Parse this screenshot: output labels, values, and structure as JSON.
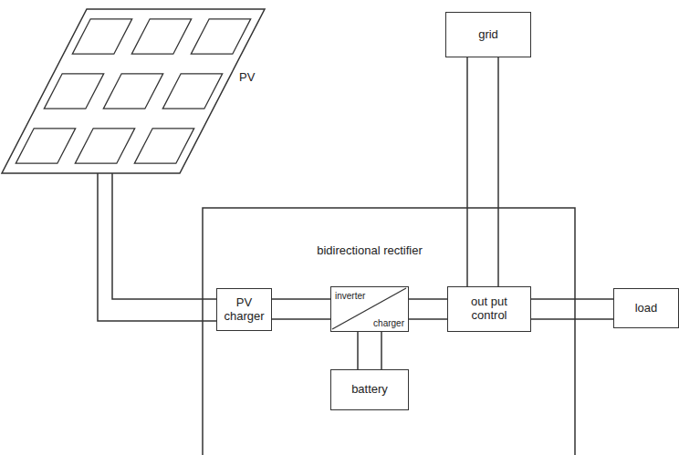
{
  "diagram": {
    "nodes": [
      {
        "text": [
          "PV"
        ]
      },
      {
        "text": [
          "grid"
        ]
      },
      {
        "text": [
          "PV charger"
        ]
      },
      {
        "text": [
          "bidirectional rectifier",
          "inverter",
          "charger"
        ]
      },
      {
        "text": [
          "battery"
        ]
      },
      {
        "text": [
          "out put control"
        ]
      },
      {
        "text": [
          "load"
        ]
      }
    ],
    "edges": [
      {
        "from": 0,
        "to": 2,
        "arrow": "none"
      },
      {
        "from": 2,
        "to": 3,
        "arrow": "none"
      },
      {
        "from": 3,
        "to": 5,
        "arrow": "none"
      },
      {
        "from": 3,
        "to": 4,
        "arrow": "none"
      },
      {
        "from": 1,
        "to": 5,
        "arrow": "none"
      },
      {
        "from": 5,
        "to": 6,
        "arrow": "none"
      }
    ]
  }
}
